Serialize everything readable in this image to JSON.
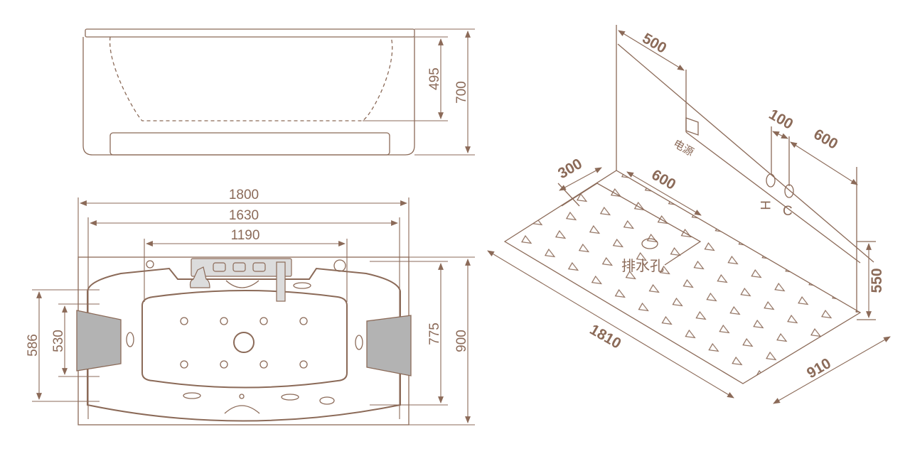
{
  "side_view": {
    "dim_inner_height": "495",
    "dim_total_height": "700"
  },
  "top_view": {
    "dim_length_outer": "1800",
    "dim_length_inner": "1630",
    "dim_length_basin": "1190",
    "dim_width_outer": "900",
    "dim_width_inner": "775",
    "dim_headrest_outer": "586",
    "dim_headrest_inner": "530"
  },
  "install_view": {
    "dim_wall_power": "500",
    "dim_hot_cold_gap": "100",
    "dim_cold_to_end": "600",
    "dim_drain_offset": "300",
    "dim_drain_depth": "600",
    "dim_height": "550",
    "dim_floor_length": "1810",
    "dim_floor_width": "910",
    "label_power": "电源",
    "label_hot": "H",
    "label_cold": "C",
    "label_drain": "排水孔"
  },
  "colors": {
    "line": "#8b6a58",
    "headrest": "#b3b3b3"
  }
}
